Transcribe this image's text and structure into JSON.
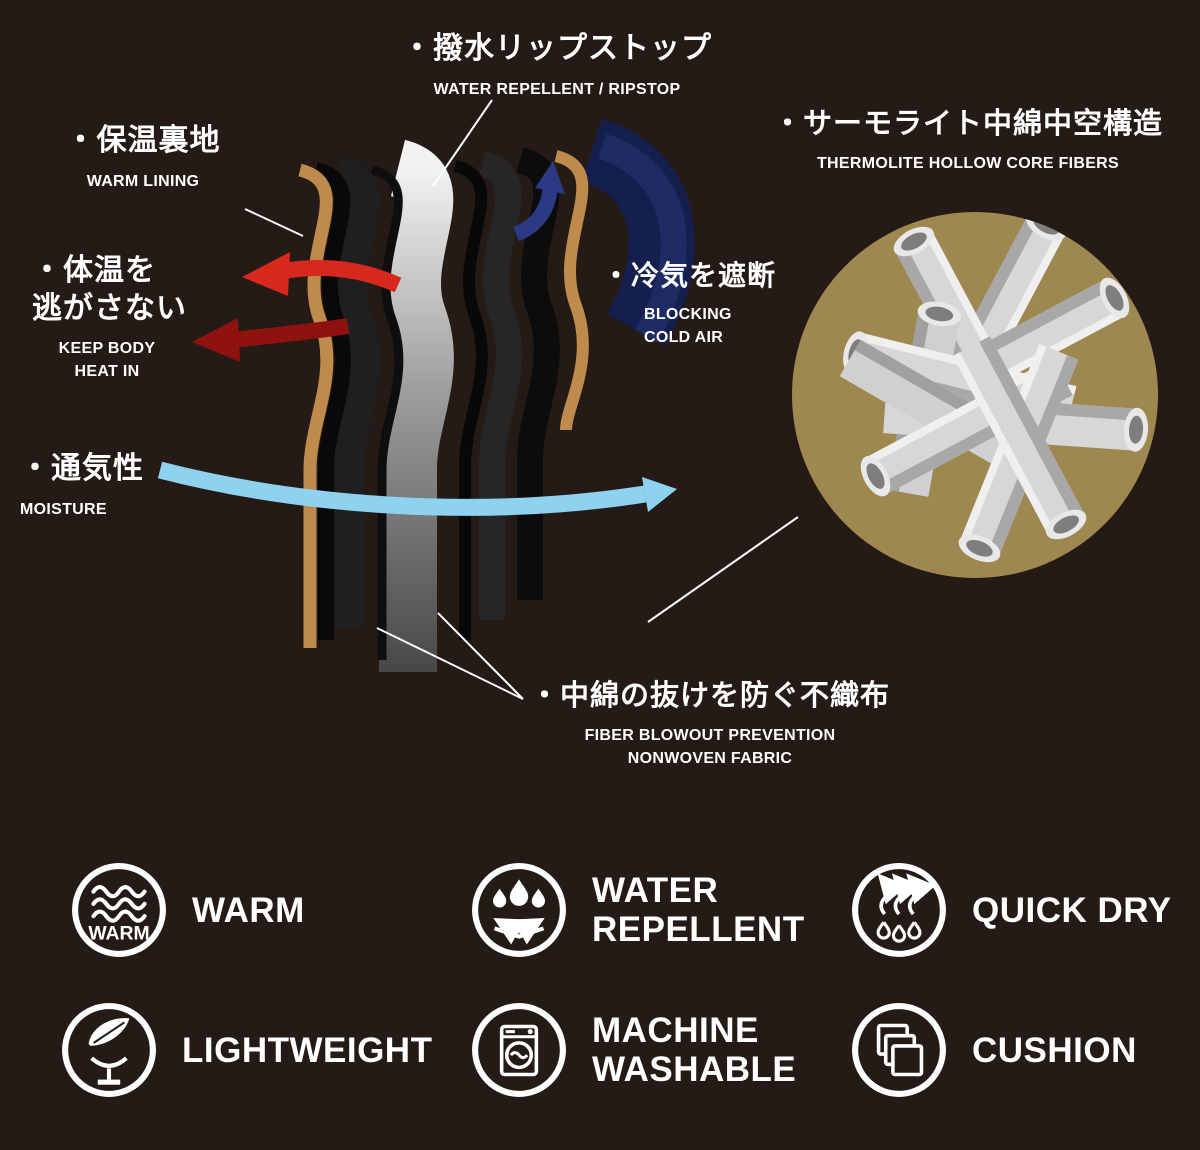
{
  "colors": {
    "background": "#251b16",
    "tan_lining": "#bf8b4d",
    "insulation_silver": "#c9c9c9",
    "red_arrow": "#d7281d",
    "dark_red_arrow": "#8e130e",
    "navy_arrow": "#2c3a85",
    "navy_sheet": "#141f4e",
    "light_blue_arrow": "#8ed2ef",
    "fiber_circle_bg": "#9e8850",
    "text": "#ffffff"
  },
  "callouts": {
    "ripstop": {
      "jp": "・撥水リップストップ",
      "en": "WATER REPELLENT / RIPSTOP"
    },
    "warm_lining": {
      "jp": "・保温裏地",
      "en": "WARM LINING"
    },
    "keep_heat": {
      "jp1": "・体温を",
      "jp2": "逃がさない",
      "en1": "KEEP BODY",
      "en2": "HEAT IN"
    },
    "moisture": {
      "jp": "・通気性",
      "en": "MOISTURE"
    },
    "blocking": {
      "jp": "・冷気を遮断",
      "en1": "BLOCKING",
      "en2": "COLD AIR"
    },
    "thermolite": {
      "jp": "・サーモライト中綿中空構造",
      "en": "THERMOLITE HOLLOW CORE FIBERS"
    },
    "nonwoven": {
      "jp": "・中綿の抜けを防ぐ不織布",
      "en1": "FIBER BLOWOUT PREVENTION",
      "en2": "NONWOVEN FABRIC"
    }
  },
  "features": [
    {
      "id": "warm",
      "line1": "WARM",
      "icon": "warm-icon",
      "icon_text": "WARM"
    },
    {
      "id": "water-repellent",
      "line1": "WATER",
      "line2": "REPELLENT",
      "icon": "water-repellent-icon"
    },
    {
      "id": "quick-dry",
      "line1": "QUICK DRY",
      "icon": "quick-dry-icon"
    },
    {
      "id": "lightweight",
      "line1": "LIGHTWEIGHT",
      "icon": "lightweight-icon"
    },
    {
      "id": "machine-washable",
      "line1": "MACHINE",
      "line2": "WASHABLE",
      "icon": "machine-washable-icon"
    },
    {
      "id": "cushion",
      "line1": "CUSHION",
      "icon": "cushion-icon"
    }
  ]
}
